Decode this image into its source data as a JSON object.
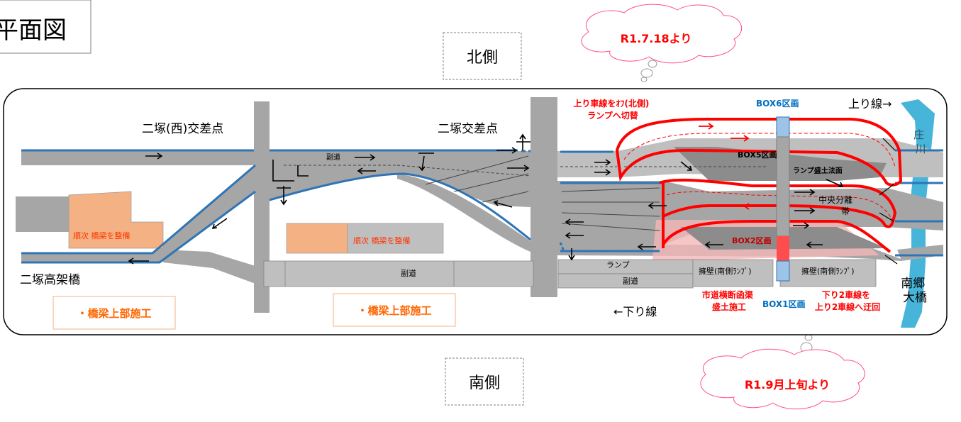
{
  "title": "平面図",
  "north_label": "北側",
  "south_label": "南側",
  "callouts": {
    "north": "R1.7.18より",
    "south": "R1.9月上旬より"
  },
  "labels": {
    "futatsuka_west_intersection": "二塚(西)交差点",
    "futatsuka_intersection": "二塚交差点",
    "futatsuka_viaduct": "二塚高架橋",
    "nango_bridge": "南郷\n大橋",
    "sho_river": "庄\n川",
    "fukudo_upper": "副道",
    "fukudo_lower_left": "副道",
    "fukudo_lower_right": "副道",
    "ramp": "ランプ",
    "retaining_wall_1": "擁壁(南側ﾗﾝﾌﾟ)",
    "retaining_wall_2": "擁壁(南側ﾗﾝﾌﾟ)",
    "inbound_line": "上り線→",
    "outbound_line": "←下り線",
    "central_median": "中央分離\n帯",
    "ramp_slope": "ランプ盛土法面",
    "box6": "BOX6区画",
    "box5": "BOX5区画",
    "box2": "BOX2区画",
    "box1": "BOX1区画",
    "switch_note": "上り車線をｵﾌ(北側)\nランプへ切替",
    "city_road_note": "市道横断函渠\n盛土施工",
    "detour_note": "下り2車線を\n上り2車線へ迂回",
    "bridge_prep_1": "順次 橋梁を整備",
    "bridge_prep_2": "順次 橋梁を整備",
    "superstructure_1": "・橋梁上部施工",
    "superstructure_2": "・橋梁上部施工"
  },
  "colors": {
    "road_gray": "#a6a6a6",
    "blue_line": "#2e75b6",
    "red": "#ff0000",
    "orange_fill": "#f4b183",
    "orange_text": "#ff6600",
    "box_blue": "#0070c0",
    "river": "#47b4d9"
  }
}
